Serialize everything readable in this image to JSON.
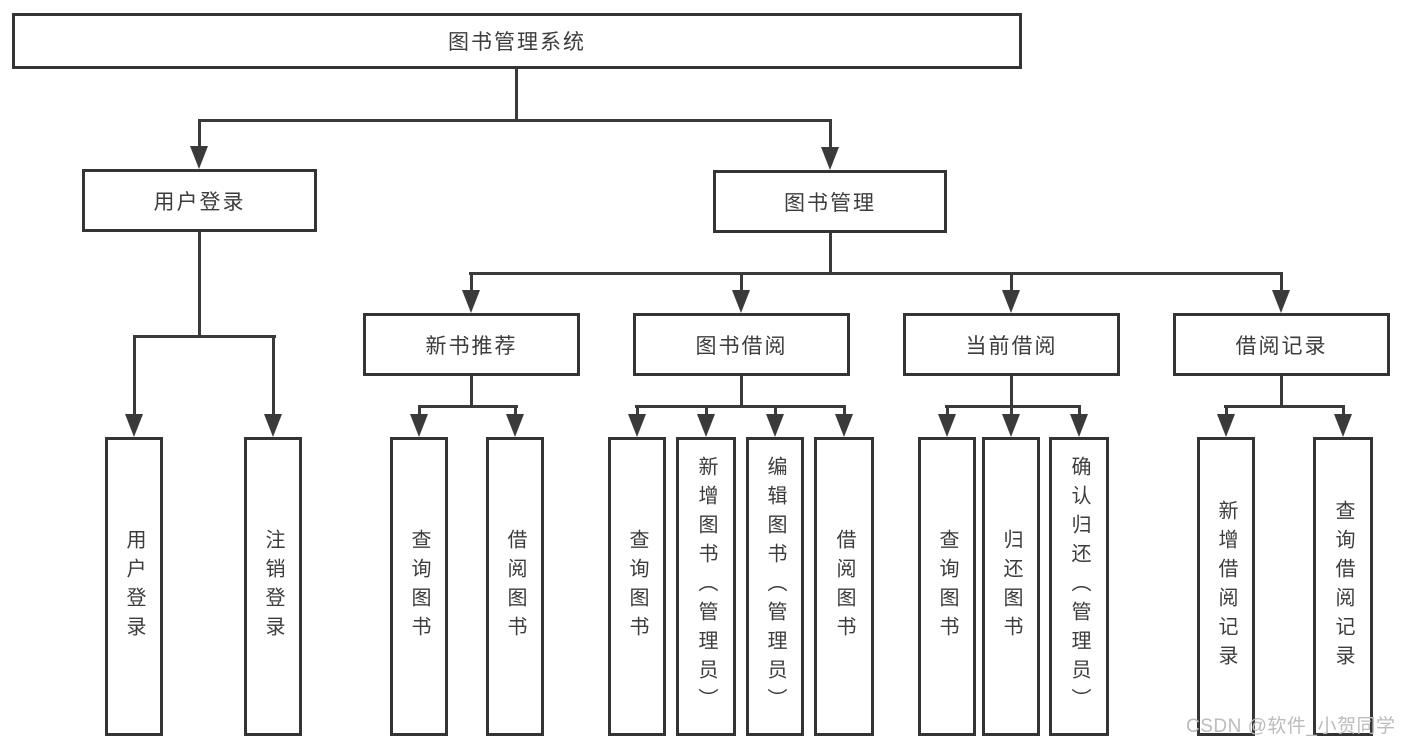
{
  "tree": {
    "root": {
      "label": "图书管理系统"
    },
    "branches": [
      {
        "label": "用户登录",
        "children": [
          {
            "label": "用户登录"
          },
          {
            "label": "注销登录"
          }
        ]
      },
      {
        "label": "图书管理",
        "children": [
          {
            "label": "新书推荐",
            "children": [
              {
                "label": "查询图书"
              },
              {
                "label": "借阅图书"
              }
            ]
          },
          {
            "label": "图书借阅",
            "children": [
              {
                "label": "查询图书"
              },
              {
                "label": "新增图书（管理员）"
              },
              {
                "label": "编辑图书（管理员）"
              },
              {
                "label": "借阅图书"
              }
            ]
          },
          {
            "label": "当前借阅",
            "children": [
              {
                "label": "查询图书"
              },
              {
                "label": "归还图书"
              },
              {
                "label": "确认归还（管理员）"
              }
            ]
          },
          {
            "label": "借阅记录",
            "children": [
              {
                "label": "新增借阅记录"
              },
              {
                "label": "查询借阅记录"
              }
            ]
          }
        ]
      }
    ]
  },
  "watermark": {
    "text": "CSDN @软件_小贺同学",
    "color": "#bcbcbc"
  },
  "colors": {
    "line": "#3a3a3a",
    "box_border": "#343434",
    "box_background": "#ffffff",
    "text": "#3c3c3c",
    "page_background": "#ffffff"
  }
}
